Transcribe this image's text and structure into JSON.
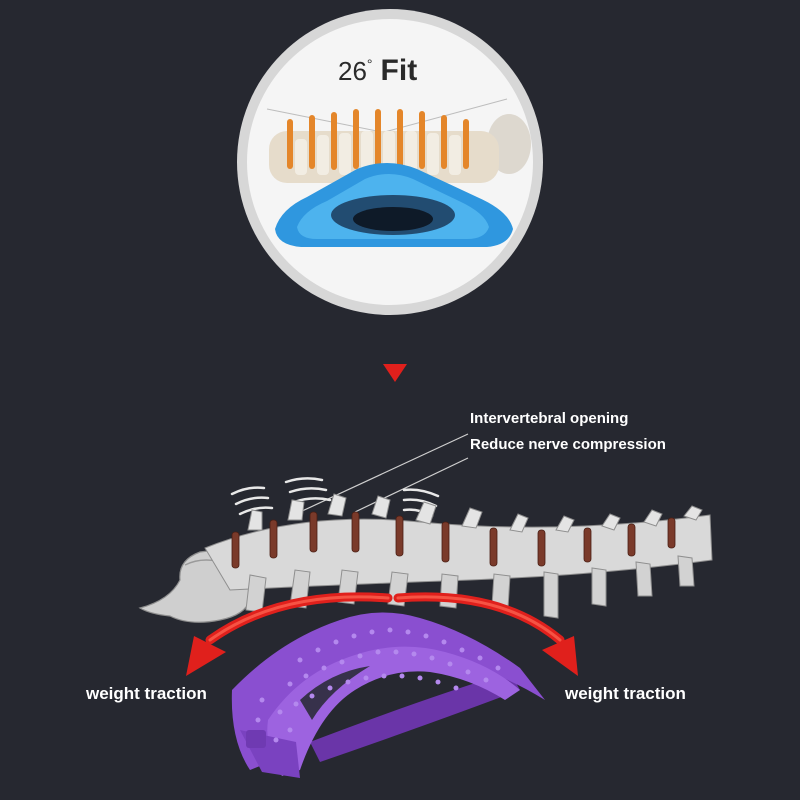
{
  "fit_badge": {
    "degree": "26",
    "degree_symbol": "°",
    "word": "Fit"
  },
  "callouts": {
    "line1": "Intervertebral opening",
    "line2": "Reduce nerve compression"
  },
  "traction": {
    "left": "weight traction",
    "right": "weight traction"
  },
  "colors": {
    "background": "#262830",
    "pad_blue": "#3aa6e6",
    "device_purple": "#8a4fd0",
    "arrow_red": "#e0201c",
    "disc_brown": "#7a3a2a",
    "bone": "#d9d9d9"
  },
  "icons": [
    "down-arrow-icon",
    "left-curved-arrow-icon",
    "right-curved-arrow-icon",
    "vibration-waves-icon"
  ]
}
